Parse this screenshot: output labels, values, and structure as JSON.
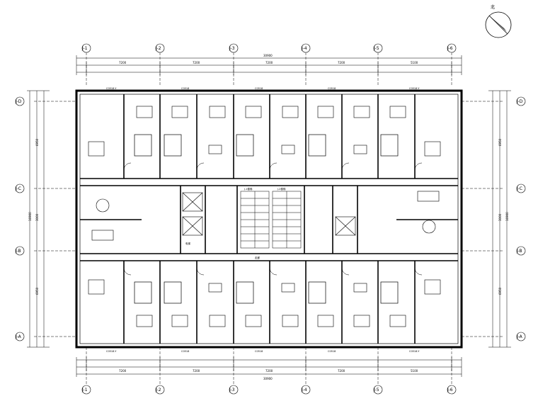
{
  "north": {
    "label": "北"
  },
  "grid": {
    "columns": [
      "J-1",
      "J-2",
      "J-3",
      "J-4",
      "J-5",
      "J-6"
    ],
    "rows": [
      "J-D",
      "J-C",
      "J-B",
      "J-A"
    ]
  },
  "dims": {
    "total_width": "30900",
    "top_bays": [
      "7200",
      "7200",
      "7200",
      "7200",
      "5100"
    ],
    "row_spans": [
      "6950",
      "3000",
      "6950"
    ],
    "row_total": "16900"
  },
  "windows": {
    "top": [
      "C0518-Y",
      "C0518",
      "C0518",
      "C0518",
      "C0518-Y"
    ],
    "bottom": [
      "C0518-Y",
      "C0518",
      "C0518",
      "C0518",
      "C0518-Y"
    ]
  },
  "labels": {
    "stair_left": "J-1楼梯",
    "stair_right": "J-2楼梯",
    "elevator": "电梯",
    "corridor": "走廊"
  }
}
